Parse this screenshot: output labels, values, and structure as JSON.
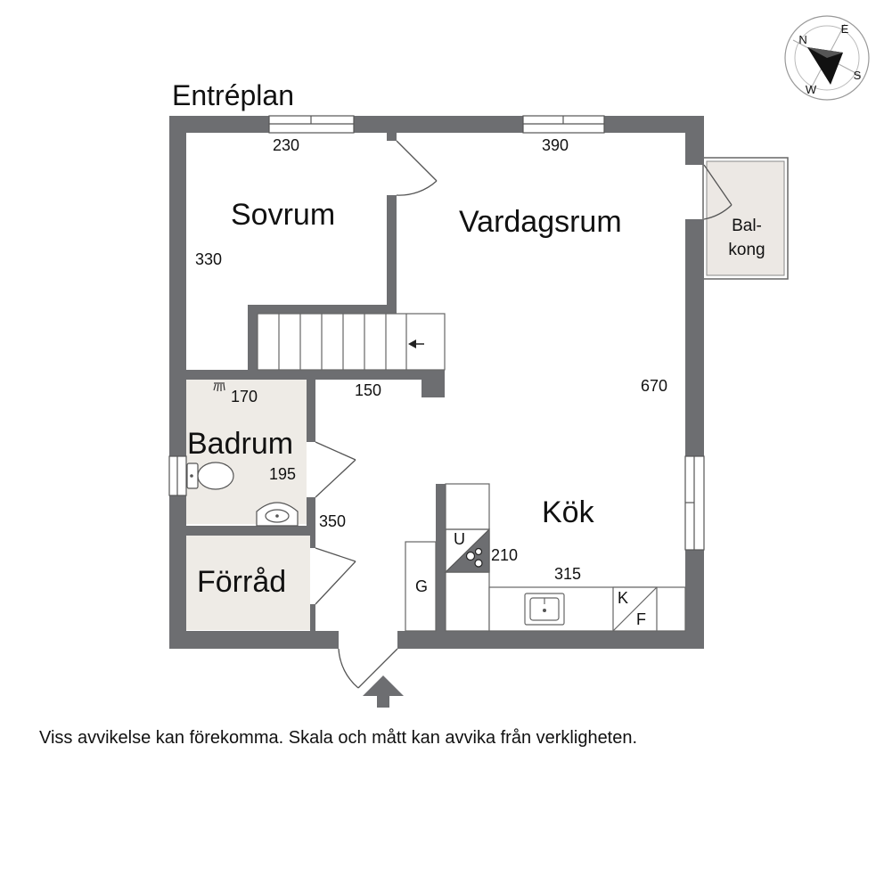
{
  "plan": {
    "title": "Entréplan",
    "disclaimer": "Viss avvikelse kan förekomma. Skala och mått kan avvika från verkligheten.",
    "colors": {
      "wall": "#6d6e71",
      "wet_room": "#eeebe6",
      "balcony": "#ece8e4",
      "line": "#555555",
      "background": "#ffffff"
    },
    "rooms": {
      "sovrum": "Sovrum",
      "vardagsrum": "Vardagsrum",
      "badrum": "Badrum",
      "forrad": "Förråd",
      "kok": "Kök",
      "balkong_line1": "Bal-",
      "balkong_line2": "kong"
    },
    "dimensions": {
      "sovrum_width": "230",
      "sovrum_depth": "330",
      "vardagsrum_width": "390",
      "total_depth": "670",
      "badrum_width": "170",
      "badrum_depth": "195",
      "hall_width": "150",
      "hall_depth": "350",
      "kok_depth": "210",
      "kok_width": "315"
    },
    "appliances": {
      "stove": "U",
      "refrigerator": "K",
      "freezer": "F",
      "wardrobe": "G"
    },
    "compass": {
      "north": "N",
      "east": "E",
      "south": "S",
      "west": "W"
    }
  }
}
